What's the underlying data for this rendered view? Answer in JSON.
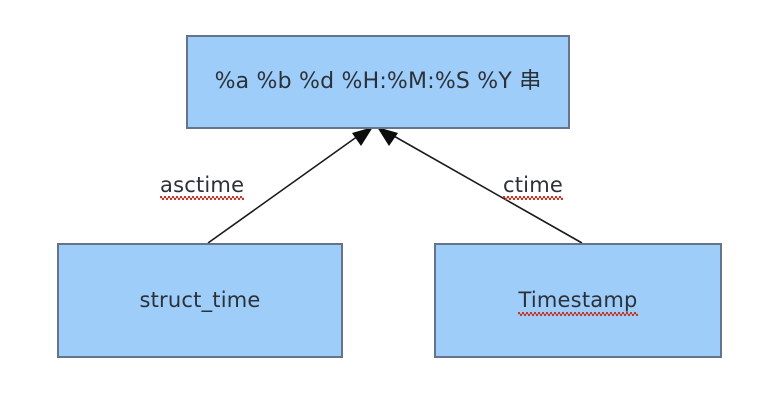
{
  "diagram": {
    "type": "flow-diagram",
    "background_color": "#ffffff",
    "node_fill_color": "#9ecdfa",
    "node_border_color": "#66748a",
    "edge_color": "#1a1a1a",
    "text_color": "#2b3138",
    "spellcheck_underline_color": "#c0392b",
    "nodes": [
      {
        "id": "format",
        "label": "%a %b %d %H:%M:%S %Y 串",
        "spellchecked": false
      },
      {
        "id": "struct_time",
        "label": "struct_time",
        "spellchecked": false
      },
      {
        "id": "timestamp",
        "label": "Timestamp",
        "spellchecked": true
      }
    ],
    "edges": [
      {
        "id": "asctime",
        "label": "asctime",
        "from": "struct_time",
        "to": "format",
        "arrow": "filled-triangle",
        "spellchecked": true
      },
      {
        "id": "ctime",
        "label": "ctime",
        "from": "timestamp",
        "to": "format",
        "arrow": "filled-triangle",
        "spellchecked": true
      }
    ]
  }
}
